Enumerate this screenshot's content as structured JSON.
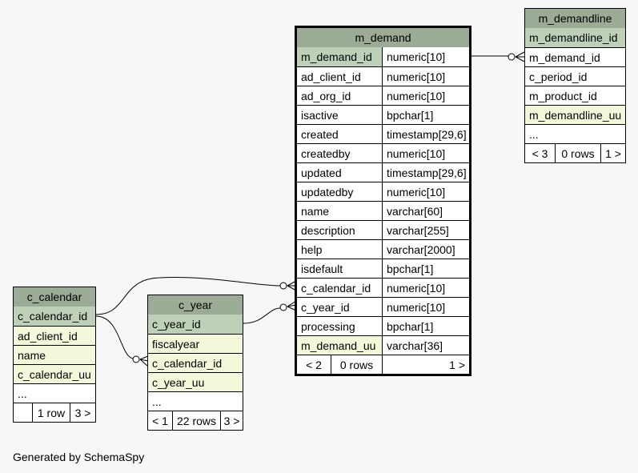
{
  "tables": {
    "m_demand": {
      "name": "m_demand",
      "columns": [
        {
          "name": "m_demand_id",
          "type": "numeric[10]"
        },
        {
          "name": "ad_client_id",
          "type": "numeric[10]"
        },
        {
          "name": "ad_org_id",
          "type": "numeric[10]"
        },
        {
          "name": "isactive",
          "type": "bpchar[1]"
        },
        {
          "name": "created",
          "type": "timestamp[29,6]"
        },
        {
          "name": "createdby",
          "type": "numeric[10]"
        },
        {
          "name": "updated",
          "type": "timestamp[29,6]"
        },
        {
          "name": "updatedby",
          "type": "numeric[10]"
        },
        {
          "name": "name",
          "type": "varchar[60]"
        },
        {
          "name": "description",
          "type": "varchar[255]"
        },
        {
          "name": "help",
          "type": "varchar[2000]"
        },
        {
          "name": "isdefault",
          "type": "bpchar[1]"
        },
        {
          "name": "c_calendar_id",
          "type": "numeric[10]"
        },
        {
          "name": "c_year_id",
          "type": "numeric[10]"
        },
        {
          "name": "processing",
          "type": "bpchar[1]"
        },
        {
          "name": "m_demand_uu",
          "type": "varchar[36]"
        }
      ],
      "footer": {
        "left": "< 2",
        "mid": "0 rows",
        "right": "1 >"
      }
    },
    "m_demandline": {
      "name": "m_demandline",
      "columns": [
        "m_demandline_id",
        "m_demand_id",
        "c_period_id",
        "m_product_id",
        "m_demandline_uu",
        "..."
      ],
      "footer": {
        "left": "< 3",
        "mid": "0 rows",
        "right": "1 >"
      }
    },
    "c_calendar": {
      "name": "c_calendar",
      "columns": [
        "c_calendar_id",
        "ad_client_id",
        "name",
        "c_calendar_uu",
        "..."
      ],
      "footer": {
        "left": "",
        "mid": "1 row",
        "right": "3 >"
      }
    },
    "c_year": {
      "name": "c_year",
      "columns": [
        "c_year_id",
        "fiscalyear",
        "c_calendar_id",
        "c_year_uu",
        "..."
      ],
      "footer": {
        "left": "< 1",
        "mid": "22 rows",
        "right": "3 >"
      }
    }
  },
  "footer_text": "Generated by SchemaSpy"
}
